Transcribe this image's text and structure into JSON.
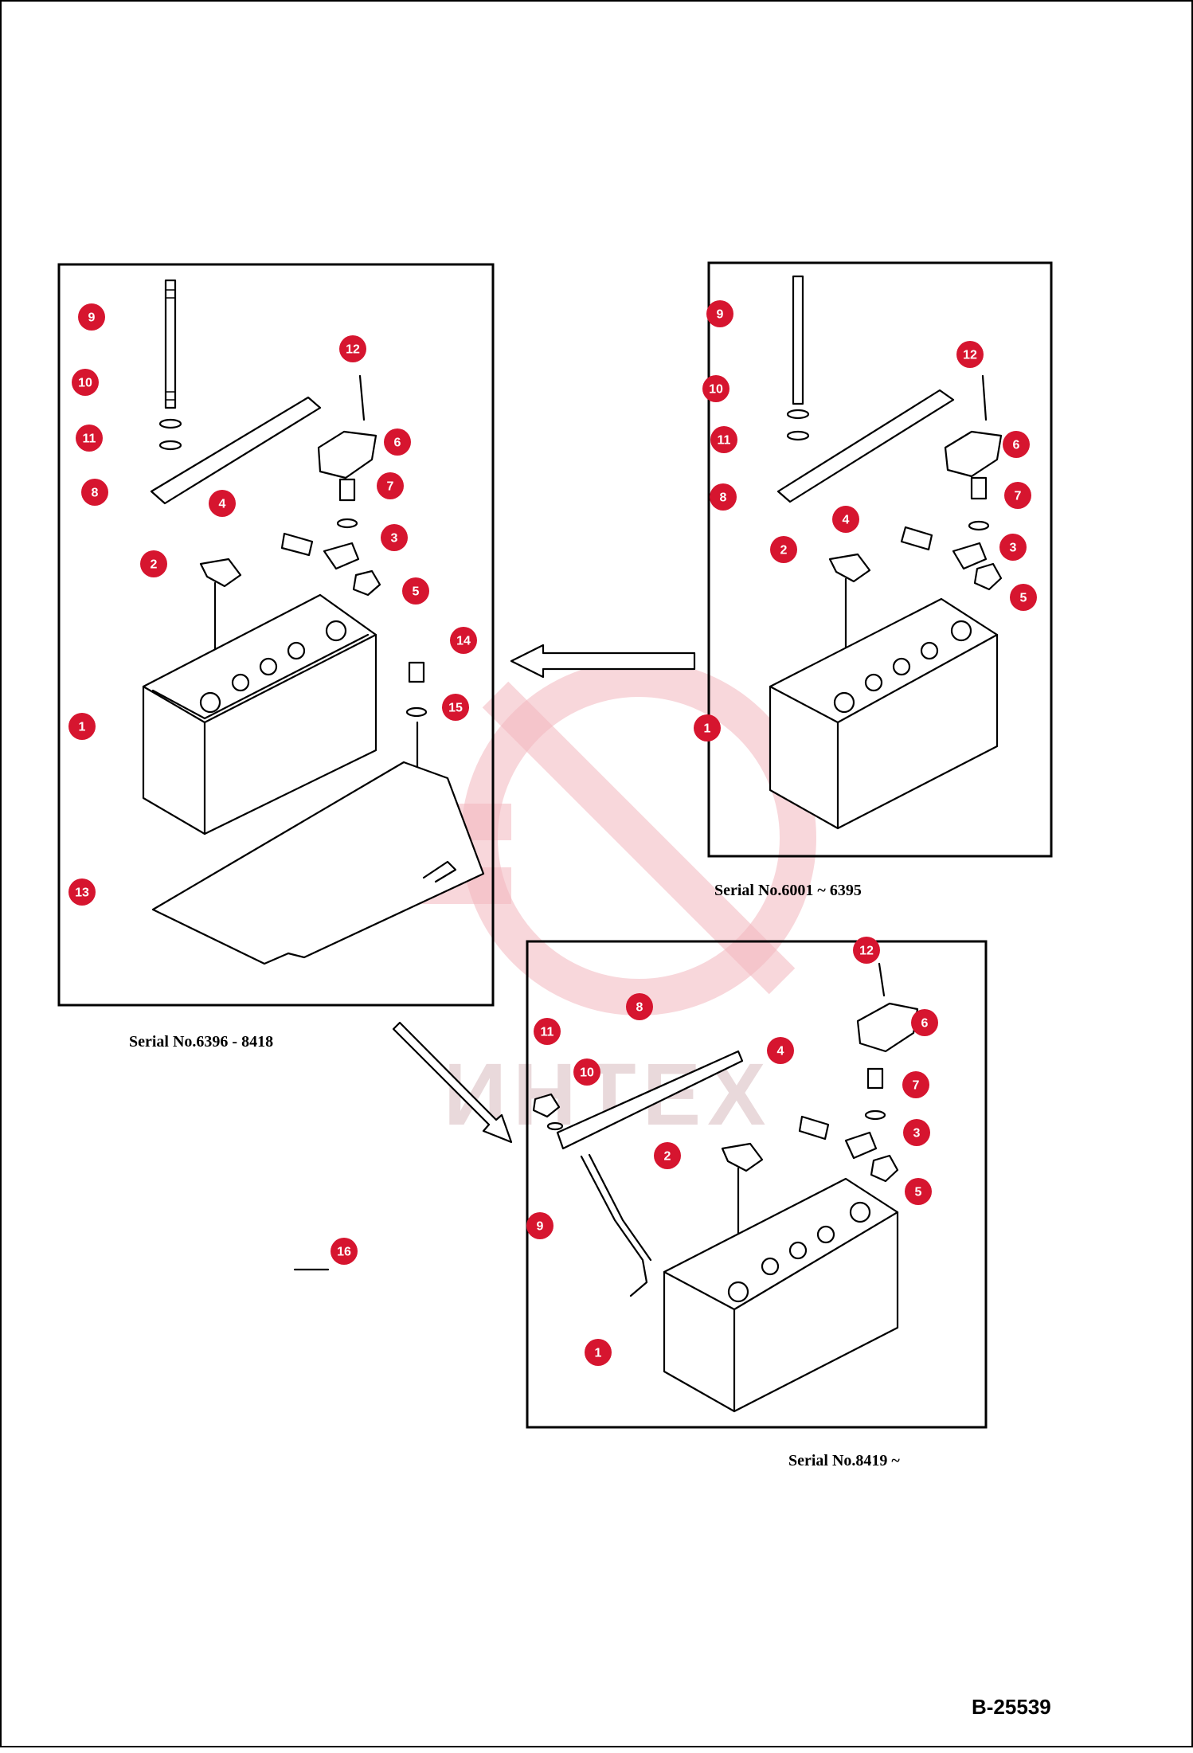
{
  "diagram": {
    "reference_code": "B-25539",
    "panels": [
      {
        "id": "left",
        "serial": "Serial No.6396 - 8418"
      },
      {
        "id": "right",
        "serial": "Serial No.6001 ~ 6395"
      },
      {
        "id": "bottom",
        "serial": "Serial No.8419 ~"
      }
    ],
    "callouts": {
      "left": [
        "9",
        "10",
        "11",
        "8",
        "12",
        "6",
        "7",
        "4",
        "3",
        "2",
        "5",
        "14",
        "15",
        "1",
        "13"
      ],
      "right": [
        "9",
        "10",
        "11",
        "8",
        "12",
        "6",
        "7",
        "4",
        "2",
        "3",
        "5",
        "1"
      ],
      "bottom": [
        "12",
        "8",
        "6",
        "11",
        "4",
        "10",
        "7",
        "2",
        "3",
        "5",
        "9",
        "1"
      ],
      "loose": [
        "16"
      ]
    },
    "watermark": "ИНТЕХ",
    "colors": {
      "badge": "#d6152f",
      "ink": "#000000",
      "watermark": "#f2b7bd"
    }
  }
}
